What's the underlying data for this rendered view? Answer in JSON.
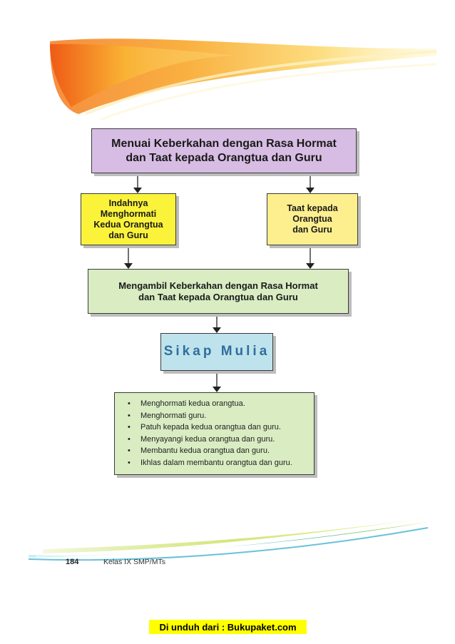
{
  "diagram": {
    "title": "Menuai Keberkahan dengan Rasa Hormat\ndan Taat kepada Orangtua dan Guru",
    "left_branch": "Indahnya\nMenghormati\nKedua Orangtua\ndan Guru",
    "right_branch": "Taat kepada\nOrangtua\ndan Guru",
    "combined": "Mengambil Keberkahan dengan Rasa Hormat\ndan Taat kepada Orangtua dan Guru",
    "result": "Sikap Mulia",
    "bullet_symbol": "•",
    "items": [
      "Menghormati  kedua orangtua.",
      "Menghormati guru.",
      "Patuh kepada kedua orangtua dan guru.",
      "Menyayangi kedua orangtua dan guru.",
      "Membantu kedua orangtua dan guru.",
      "Ikhlas dalam membantu orangtua dan guru."
    ]
  },
  "footer": {
    "page_number": "184",
    "book_title": "Kelas IX SMP/MTs"
  },
  "download_banner": "Di unduh dari : Bukupaket.com",
  "colors": {
    "title_box": "#d7bde3",
    "left_box": "#fbf33a",
    "right_box": "#feef8e",
    "green_box": "#d9ecc2",
    "result_box": "#bfe3ec",
    "result_text": "#2f6f9e",
    "header_orange": "#f47a20",
    "header_yellow": "#f6c21b",
    "footer_blue": "#2aa6c8",
    "footer_green": "#b7d433"
  }
}
